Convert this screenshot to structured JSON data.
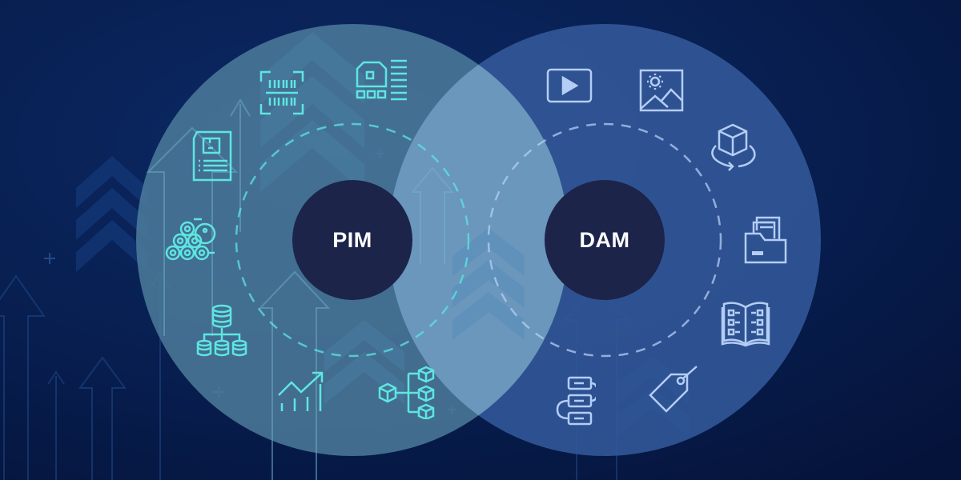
{
  "diagram": {
    "type": "venn",
    "sets": [
      {
        "id": "pim",
        "label": "PIM",
        "accent_color": "#5ee6e0",
        "icons": [
          "barcode-scan-icon",
          "warehouse-inventory-icon",
          "product-spec-sheet-icon",
          "raw-materials-icon",
          "database-hierarchy-icon",
          "growth-chart-icon",
          "product-variants-icon"
        ]
      },
      {
        "id": "dam",
        "label": "DAM",
        "accent_color": "#b4cdf5",
        "icons": [
          "video-play-icon",
          "image-icon",
          "3d-model-rotate-icon",
          "document-folder-icon",
          "catalog-book-icon",
          "tag-label-icon",
          "workflow-flow-icon"
        ]
      }
    ]
  },
  "colors": {
    "background": "#061a45",
    "pim_circle": "#4a7594",
    "dam_circle": "#2f5490",
    "overlap": "#6895b8",
    "hub": "#1c2449"
  }
}
